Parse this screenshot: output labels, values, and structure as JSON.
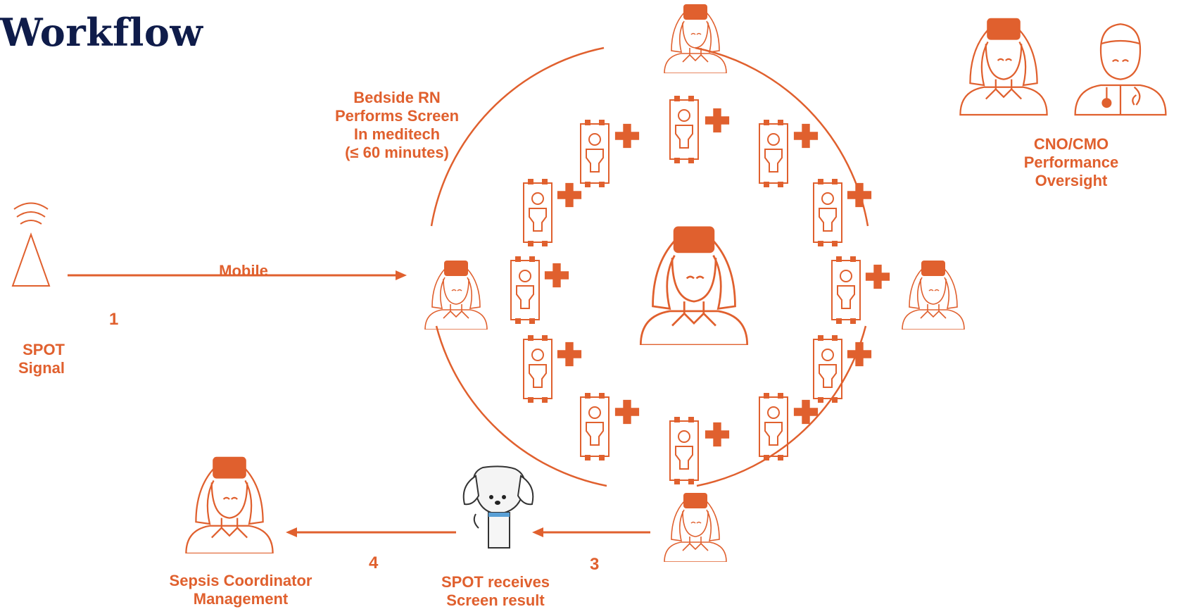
{
  "title": "Workflow",
  "colors": {
    "accent": "#e0602e",
    "title": "#0f1c4a"
  },
  "labels": {
    "bedside": [
      "Bedside RN",
      "Performs Screen",
      "In meditech",
      "(≤ 60 minutes)"
    ],
    "oversight": [
      "CNO/CMO",
      "Performance",
      "Oversight"
    ],
    "signal": [
      "SPOT",
      "Signal"
    ],
    "mobile": "Mobile",
    "receives": [
      "SPOT receives",
      "Screen result"
    ],
    "coordinator": [
      "Sepsis Coordinator",
      "Management"
    ]
  },
  "steps": {
    "s1": "1",
    "s3": "3",
    "s4": "4"
  },
  "icons": {
    "nurse": "nurse-icon",
    "doctor": "doctor-icon",
    "device": "vital-sign-device-icon",
    "antenna": "antenna-signal-icon",
    "mascot": "dog-mascot-icon"
  }
}
